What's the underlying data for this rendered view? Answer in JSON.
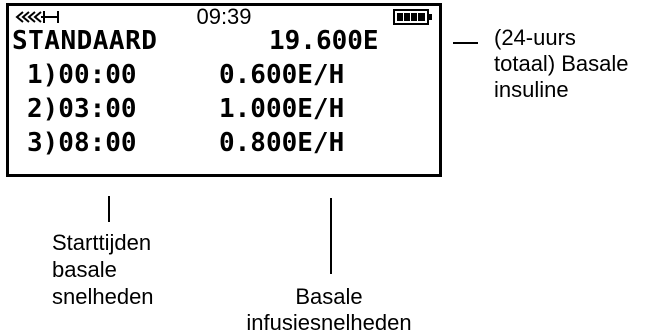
{
  "screen": {
    "status": {
      "time": "09:39",
      "left_icon": "bolus-delivery-icon",
      "right_icon": "battery-full-icon"
    },
    "profile": {
      "name": "STANDAARD",
      "total": "19.600E"
    },
    "segments": [
      {
        "time": "1)00:00",
        "rate": "0.600E/H"
      },
      {
        "time": "2)03:00",
        "rate": "1.000E/H"
      },
      {
        "time": "3)08:00",
        "rate": "0.800E/H"
      }
    ]
  },
  "callouts": {
    "total": [
      "(24-uurs",
      "totaal) Basale",
      "insuline"
    ],
    "start_times": [
      "Starttijden",
      "basale",
      "snelheden"
    ],
    "rates": [
      "Basale",
      "infusiesnelheden"
    ]
  }
}
